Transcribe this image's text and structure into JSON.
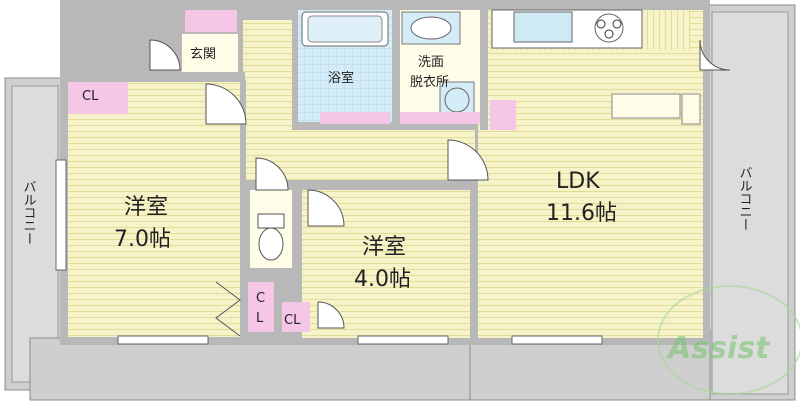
{
  "rooms": {
    "entrance": "玄関",
    "bath": "浴室",
    "wash_line1": "洗面",
    "wash_line2": "脱衣所",
    "cl_top": "CL",
    "cl_bottom_left": "C",
    "cl_bottom_left2": "L",
    "cl_bottom_right": "CL",
    "western1_name": "洋室",
    "western1_size": "7.0帖",
    "western2_name": "洋室",
    "western2_size": "4.0帖",
    "ldk_name": "LDK",
    "ldk_size": "11.6帖"
  },
  "balcony_left": "バルコニー",
  "balcony_right": "バルコニー",
  "watermark": "Assist",
  "colors": {
    "floor_lined": "#f3f0c4",
    "floor_plain": "#fffce8",
    "wall": "#b8b8b8",
    "storage": "#f5c6e6",
    "wet_area": "#cfe9f5",
    "balcony": "#cfcfcf",
    "logo_green": "#7cc576"
  }
}
